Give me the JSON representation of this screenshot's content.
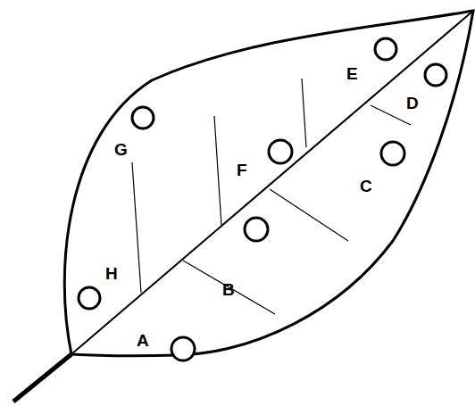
{
  "diagram": {
    "labels": [
      "E",
      "D",
      "G",
      "F",
      "C",
      "B",
      "H",
      "A"
    ]
  }
}
